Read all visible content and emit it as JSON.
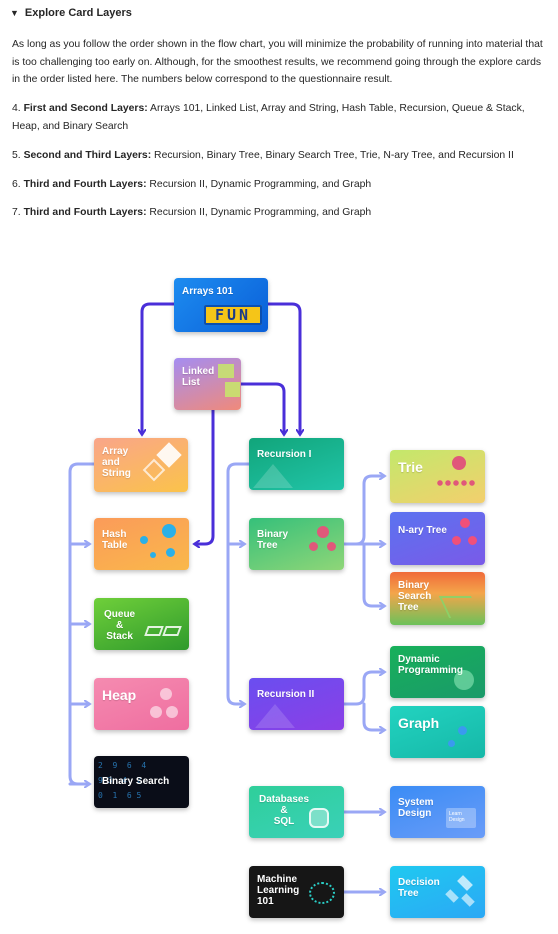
{
  "section": {
    "caret": "▼",
    "title": "Explore Card Layers"
  },
  "intro": "As long as you follow the order shown in the flow chart, you will minimize the probability of running into material that is too challenging too early on. Although, for the smoothest results, we recommend going through the explore cards in the order listed here. The numbers below correspond to the questionnaire result.",
  "layers": [
    {
      "num": "4.",
      "bold": "First and Second Layers:",
      "text": " Arrays 101, Linked List, Array and String, Hash Table, Recursion, Queue & Stack, Heap, and Binary Search"
    },
    {
      "num": "5.",
      "bold": "Second and Third Layers:",
      "text": " Recursion, Binary Tree, Binary Search Tree, Trie, N-ary Tree, and Recursion II"
    },
    {
      "num": "6.",
      "bold": "Third and Fourth Layers:",
      "text": " Recursion II, Dynamic Programming, and Graph"
    },
    {
      "num": "7.",
      "bold": "Third and Fourth Layers:",
      "text": " Recursion II, Dynamic Programming, and Graph"
    }
  ],
  "cards": {
    "arrays101": {
      "label": "Arrays 101",
      "badge": "FUN"
    },
    "linked_list": {
      "label": "Linked\nList"
    },
    "array_string": {
      "label": "Array\nand\nString"
    },
    "recursion1": {
      "label": "Recursion I"
    },
    "hash_table": {
      "label": "Hash\nTable"
    },
    "binary_tree": {
      "label": "Binary\nTree"
    },
    "queue_stack": {
      "label": "Queue\n&\nStack"
    },
    "heap": {
      "label": "Heap"
    },
    "binary_search": {
      "label": "Binary Search",
      "bg_text": "2  9  6  4\n9 3  4  2\n0  1  6 5"
    },
    "trie": {
      "label": "Trie"
    },
    "nary_tree": {
      "label": "N-ary Tree"
    },
    "bst": {
      "label": "Binary\nSearch\nTree"
    },
    "dp": {
      "label": "Dynamic\nProgramming"
    },
    "recursion2": {
      "label": "Recursion II"
    },
    "graph": {
      "label": "Graph"
    },
    "databases": {
      "label": "Databases\n&\nSQL"
    },
    "system_design": {
      "label": "System\nDesign",
      "sublabel": "Learn Design"
    },
    "ml101": {
      "label": "Machine\nLearning\n101"
    },
    "decision_tree": {
      "label": "Decision\nTree"
    }
  },
  "colors": {
    "arrow_dark": "#4a2fd9",
    "arrow_light": "#9aa7f5"
  }
}
